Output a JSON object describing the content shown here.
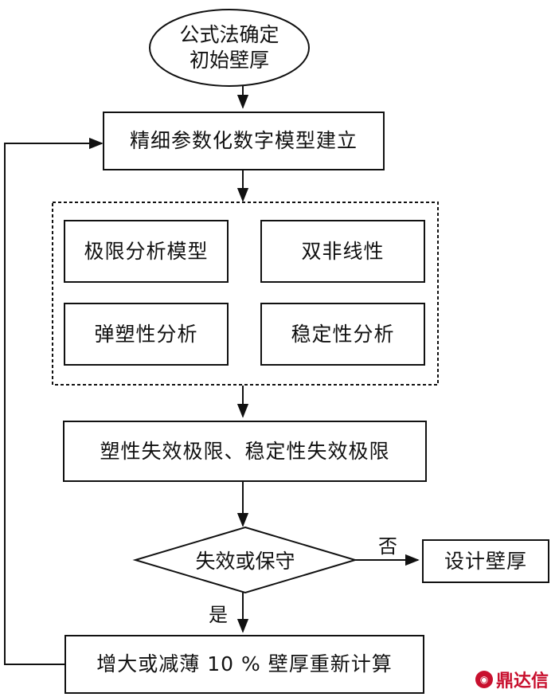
{
  "start": {
    "line1": "公式法确定",
    "line2": "初始壁厚"
  },
  "model_build": "精细参数化数字模型建立",
  "analysis_group": {
    "items": [
      "极限分析模型",
      "双非线性",
      "弹塑性分析",
      "稳定性分析"
    ]
  },
  "limits": "塑性失效极限、稳定性失效极限",
  "decision": {
    "label": "失效或保守",
    "no_label": "否",
    "yes_label": "是"
  },
  "design_thickness": "设计壁厚",
  "recalculate": "增大或减薄 10 % 壁厚重新计算",
  "watermark": {
    "text": "鼎达信"
  }
}
